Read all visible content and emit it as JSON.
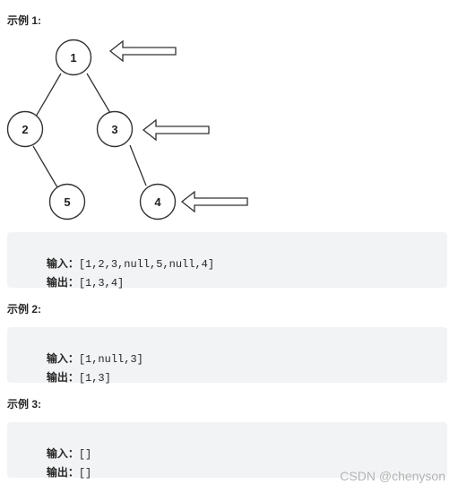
{
  "example1": {
    "heading": "示例 1:",
    "tree": {
      "nodes": [
        "1",
        "2",
        "3",
        "5",
        "4"
      ]
    },
    "input_label": "输入：",
    "input_value": "[1,2,3,null,5,null,4]",
    "output_label": "输出：",
    "output_value": "[1,3,4]"
  },
  "example2": {
    "heading": "示例 2:",
    "input_label": "输入：",
    "input_value": "[1,null,3]",
    "output_label": "输出：",
    "output_value": "[1,3]"
  },
  "example3": {
    "heading": "示例 3:",
    "input_label": "输入：",
    "input_value": "[]",
    "output_label": "输出：",
    "output_value": "[]"
  },
  "watermark": "CSDN @chenyson"
}
